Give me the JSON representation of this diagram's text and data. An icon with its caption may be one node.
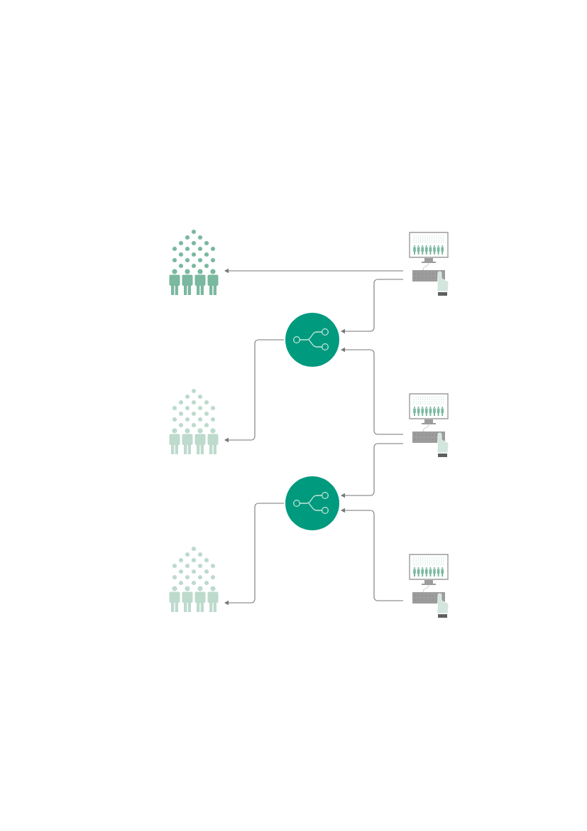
{
  "diagram": {
    "nodes": [
      {
        "text": [],
        "shape": "person"
      },
      {
        "text": [],
        "shape": "computer"
      },
      {
        "text": [],
        "shape": "circle"
      },
      {
        "text": [],
        "shape": "person"
      },
      {
        "text": [],
        "shape": "computer"
      },
      {
        "text": [],
        "shape": "circle"
      },
      {
        "text": [],
        "shape": "person"
      },
      {
        "text": [],
        "shape": "computer"
      }
    ],
    "edges": [
      {
        "from": 1,
        "to": 0,
        "arrow": "to"
      },
      {
        "from": 1,
        "to": 2,
        "arrow": "to"
      },
      {
        "from": 4,
        "to": 2,
        "arrow": "to"
      },
      {
        "from": 2,
        "to": 3,
        "arrow": "to"
      },
      {
        "from": 4,
        "to": 5,
        "arrow": "to"
      },
      {
        "from": 7,
        "to": 5,
        "arrow": "to"
      },
      {
        "from": 5,
        "to": 6,
        "arrow": "to"
      }
    ]
  }
}
